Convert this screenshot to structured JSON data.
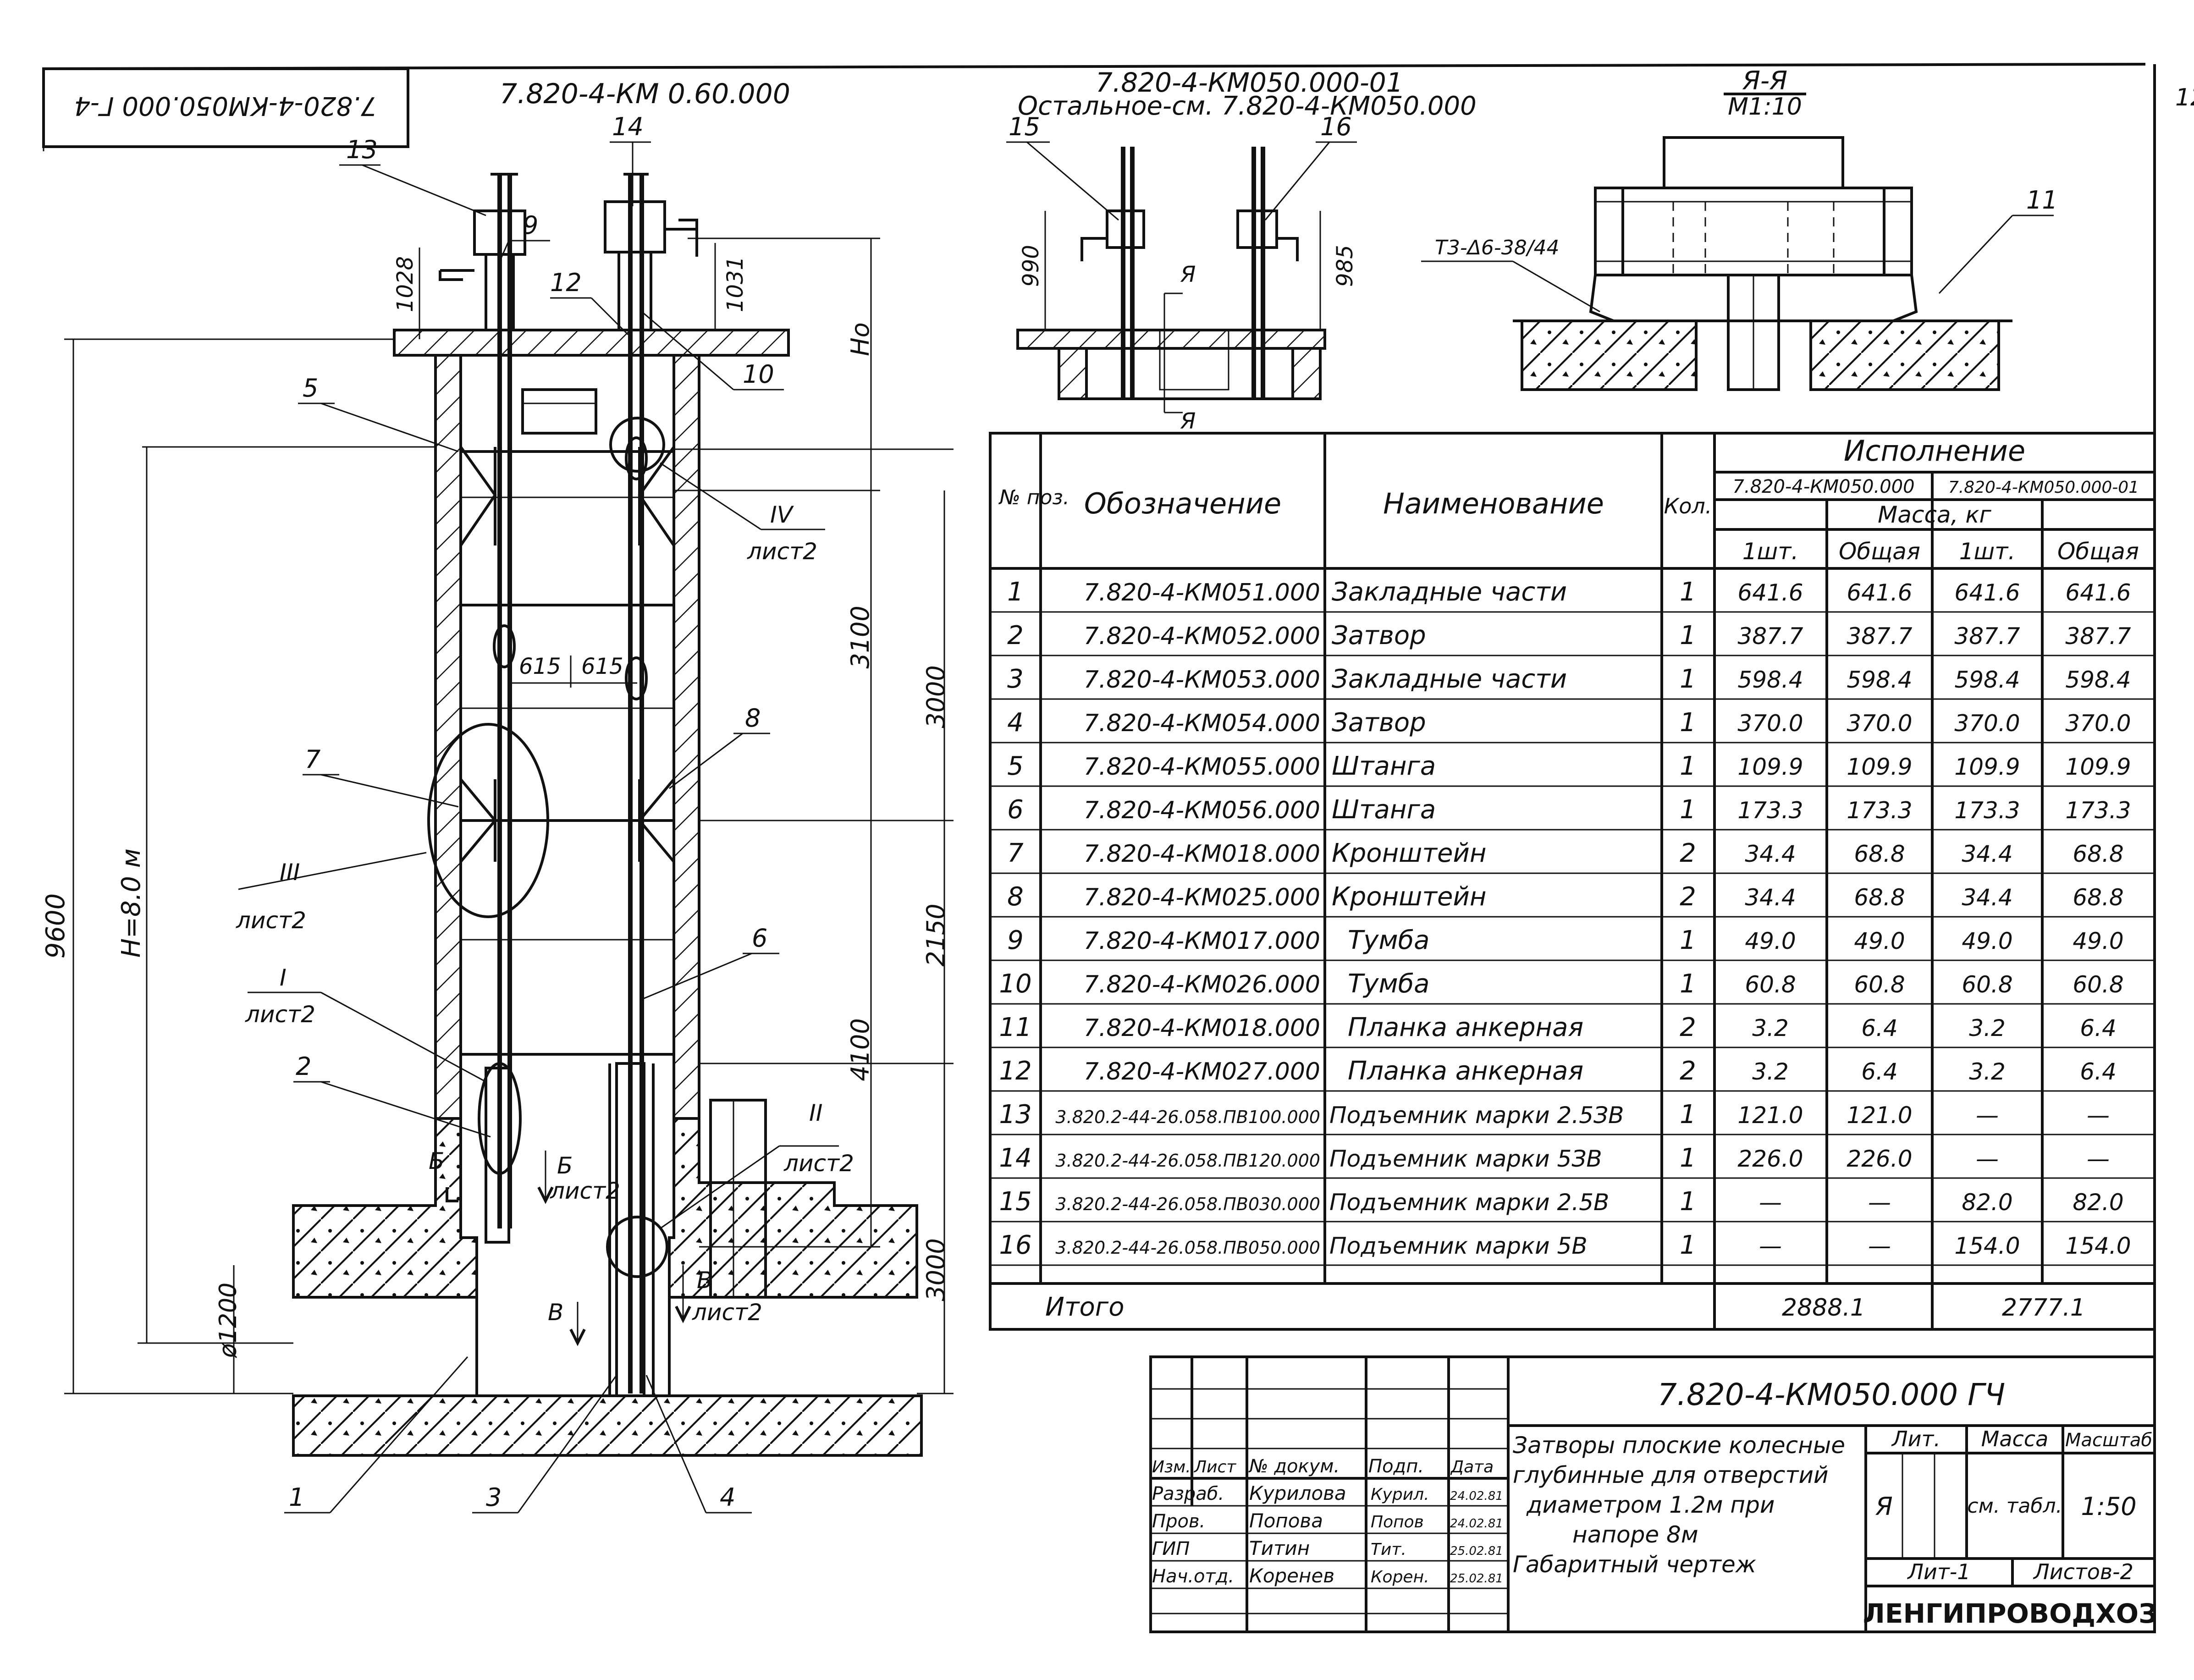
{
  "stamp_corner": "7.820-4-КМ050.000 Г-4",
  "top_ref": "7.820-4-КМ 0.60.000",
  "top_ref2": "7.820-4-КМ050.000-01",
  "top_ref3": "Остальное-см. 7.820-4-КМ050.000",
  "section": {
    "name": "Я-Я",
    "scale": "М1:10"
  },
  "sheet_no": "12",
  "weld": "Т3-Δ6-38/44",
  "dims": {
    "d1028": "1028",
    "d1031": "1031",
    "ho": "Нo",
    "d9600": "9600",
    "h8": "Н=8.0 м",
    "d3100": "3100",
    "d3000a": "3000",
    "d2150": "2150",
    "d4100": "4100",
    "d3000b": "3000",
    "d1200": "ø1200",
    "d615a": "615",
    "d615b": "615",
    "d990": "990",
    "d985": "985"
  },
  "callouts": {
    "c1": "1",
    "c2": "2",
    "c3": "3",
    "c4": "4",
    "c5": "5",
    "c6": "6",
    "c7": "7",
    "c8": "8",
    "c9": "9",
    "c10": "10",
    "c11": "11",
    "c12": "12",
    "c13": "13",
    "c14": "14",
    "c15": "15",
    "c16": "16"
  },
  "views": {
    "iv": "IV",
    "iv_sheet": "лист2",
    "iii": "III",
    "iii_sheet": "лист2",
    "i": "I",
    "i_sheet": "лист2",
    "ii": "II",
    "ii_sheet": "лист2",
    "b": "Б",
    "b_arrow": "Б",
    "b_sheet": "лист2",
    "v": "В",
    "v_arrow": "В",
    "v_sheet": "лист2",
    "ya": "Я",
    "ya2": "Я"
  },
  "spec_table": {
    "headers": {
      "pos": "№ поз.",
      "designation": "Обозначение",
      "name": "Наименование",
      "qty": "Кол.",
      "execution": "Исполнение",
      "exec1": "7.820-4-КМ050.000",
      "exec2": "7.820-4-КМ050.000-01",
      "mass": "Масса, кг",
      "unit": "1шт.",
      "total": "Общая",
      "unit2": "1шт.",
      "total2": "Общая"
    },
    "rows": [
      [
        "1",
        "7.820-4-КМ051.000",
        "Закладные части",
        "1",
        "641.6",
        "641.6",
        "641.6",
        "641.6"
      ],
      [
        "2",
        "7.820-4-КМ052.000",
        "Затвор",
        "1",
        "387.7",
        "387.7",
        "387.7",
        "387.7"
      ],
      [
        "3",
        "7.820-4-КМ053.000",
        "Закладные части",
        "1",
        "598.4",
        "598.4",
        "598.4",
        "598.4"
      ],
      [
        "4",
        "7.820-4-КМ054.000",
        "Затвор",
        "1",
        "370.0",
        "370.0",
        "370.0",
        "370.0"
      ],
      [
        "5",
        "7.820-4-КМ055.000",
        "Штанга",
        "1",
        "109.9",
        "109.9",
        "109.9",
        "109.9"
      ],
      [
        "6",
        "7.820-4-КМ056.000",
        "Штанга",
        "1",
        "173.3",
        "173.3",
        "173.3",
        "173.3"
      ],
      [
        "7",
        "7.820-4-КМ018.000",
        "Кронштейн",
        "2",
        "34.4",
        "68.8",
        "34.4",
        "68.8"
      ],
      [
        "8",
        "7.820-4-КМ025.000",
        "Кронштейн",
        "2",
        "34.4",
        "68.8",
        "34.4",
        "68.8"
      ],
      [
        "9",
        "7.820-4-КМ017.000",
        "Тумба",
        "1",
        "49.0",
        "49.0",
        "49.0",
        "49.0"
      ],
      [
        "10",
        "7.820-4-КМ026.000",
        "Тумба",
        "1",
        "60.8",
        "60.8",
        "60.8",
        "60.8"
      ],
      [
        "11",
        "7.820-4-КМ018.000",
        "Планка анкерная",
        "2",
        "3.2",
        "6.4",
        "3.2",
        "6.4"
      ],
      [
        "12",
        "7.820-4-КМ027.000",
        "Планка анкерная",
        "2",
        "3.2",
        "6.4",
        "3.2",
        "6.4"
      ],
      [
        "13",
        "3.820.2-44-26.058.ПВ100.000",
        "Подъемник марки 2.5ЗВ",
        "1",
        "121.0",
        "121.0",
        "—",
        "—"
      ],
      [
        "14",
        "3.820.2-44-26.058.ПВ120.000",
        "Подъемник марки 5ЗВ",
        "1",
        "226.0",
        "226.0",
        "—",
        "—"
      ],
      [
        "15",
        "3.820.2-44-26.058.ПВ030.000",
        "Подъемник марки 2.5В",
        "1",
        "—",
        "—",
        "82.0",
        "82.0"
      ],
      [
        "16",
        "3.820.2-44-26.058.ПВ050.000",
        "Подъемник марки 5В",
        "1",
        "—",
        "—",
        "154.0",
        "154.0"
      ]
    ],
    "total_label": "Итого",
    "total1": "2888.1",
    "total2": "2777.1"
  },
  "title_block": {
    "code": "7.820-4-КМ050.000 ГЧ",
    "description": [
      "Затворы плоские колесные",
      "глубинные для отверстий",
      "диаметром 1.2м при",
      "напоре 8м",
      "Габаритный чертеж"
    ],
    "col_labels": [
      "Изм.",
      "Лист",
      "№ докум.",
      "Подп.",
      "Дата"
    ],
    "staff": [
      [
        "Разраб.",
        "Курилова",
        "Курил.",
        "24.02.81"
      ],
      [
        "Пров.",
        "Попова",
        "Попов",
        "24.02.81"
      ],
      [
        "ГИП",
        "Титин",
        "Тит.",
        "25.02.81"
      ],
      [
        "Нач.отд.",
        "Коренев",
        "Корен.",
        "25.02.81"
      ]
    ],
    "lit_label": "Лит.",
    "lit_value": "Я",
    "mass_label": "Масса",
    "mass_value": "см. табл.",
    "scale_label": "Масштаб",
    "scale_value": "1:50",
    "sheet": "Лит-1",
    "sheets": "Листов-2",
    "org": "ЛЕНГИПРОВОДХОЗ"
  }
}
